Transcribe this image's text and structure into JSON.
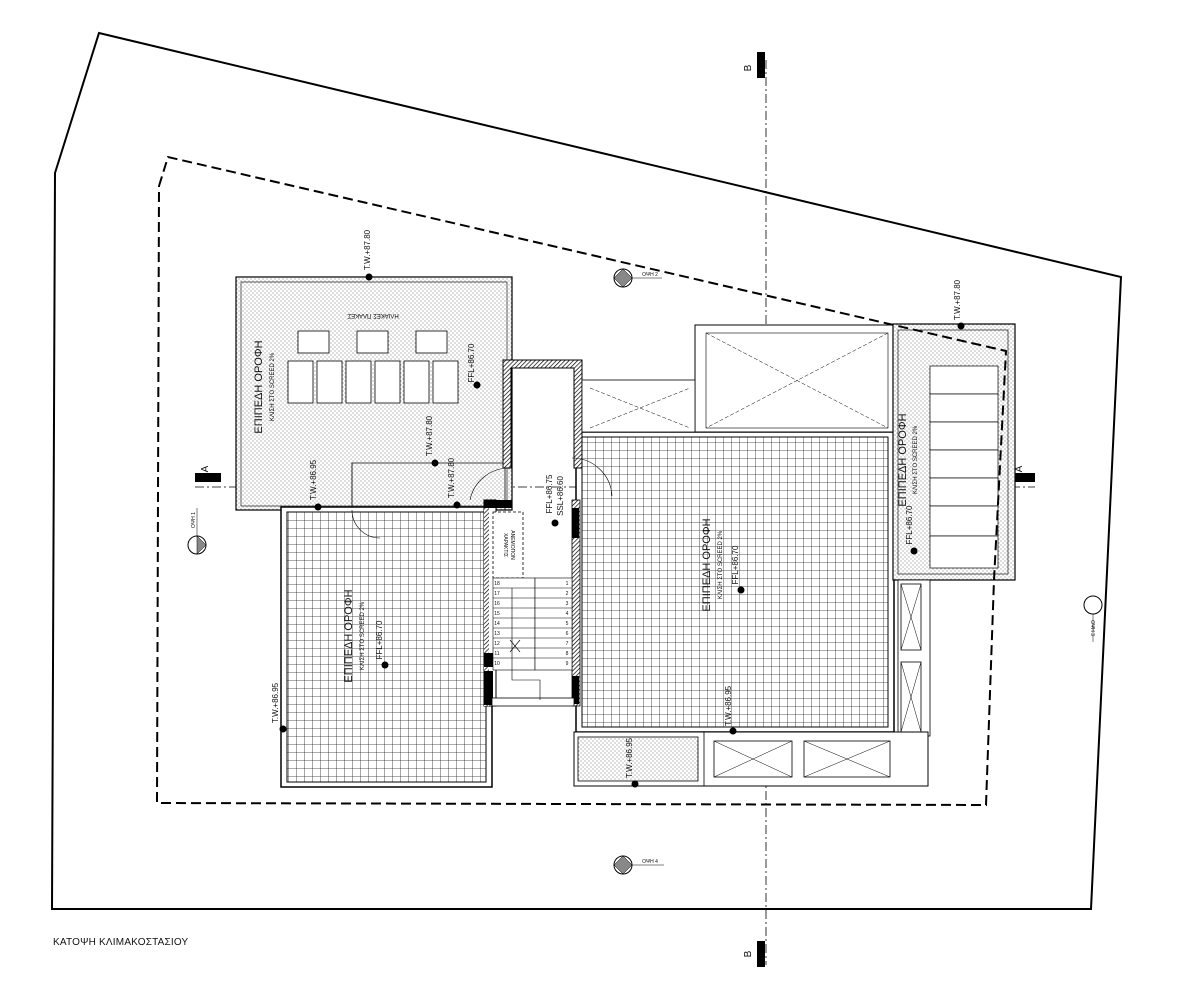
{
  "caption": "ΚΑΤΟΨΗ ΚΛΙΜΑΚΟΣΤΑΣΙΟΥ",
  "section_marks": {
    "a": "A",
    "b": "B"
  },
  "roofs": {
    "left_upper": {
      "title": "ΕΠΙΠΕΔΗ ΟΡΟΦΗ",
      "subtitle": "ΚΛΙΣΗ ΣΤΟ SCREED 2%",
      "level": "FFL+86.70",
      "panels_label": "ΗΛΙΑΚΕΣ ΠΛΑΚΕΣ"
    },
    "left_lower": {
      "title": "ΕΠΙΠΕΔΗ ΟΡΟΦΗ",
      "subtitle": "ΚΛΙΣΗ ΣΤΟ SCREED 2%",
      "level": "FFL+86.70"
    },
    "center": {
      "title": "ΕΠΙΠΕΔΗ ΟΡΟΦΗ",
      "subtitle": "ΚΛΙΣΗ ΣΤΟ SCREED 2%",
      "level": "FFL+86.70"
    },
    "right": {
      "title": "ΕΠΙΠΕΔΗ ΟΡΟΦΗ",
      "subtitle": "ΚΛΙΣΗ ΣΤΟ SCREED 2%",
      "level": "FFL+86.70"
    }
  },
  "stair": {
    "levels": [
      "FFL+86.75",
      "SSL+86.60"
    ],
    "store_label": [
      "ΧΑΡΑΚΤΙΣ",
      "ΑΝΕΜΟΠΟΝ"
    ],
    "steps_right": [
      "1",
      "2",
      "3",
      "4",
      "5",
      "6",
      "7",
      "8",
      "9"
    ],
    "steps_left": [
      "18",
      "17",
      "16",
      "15",
      "14",
      "13",
      "12",
      "11",
      "10"
    ]
  },
  "wall_levels": {
    "tw1": "T.W.+87.80",
    "tw2": "T.W.+87.80",
    "tw3": "T.W.+87.80",
    "tw4": "T.W.+86.95",
    "tw5": "T.W.+86.95",
    "tw6": "T.W.+87.80",
    "tw7": "T.W.+86.95",
    "tw8": "T.W.+86.95"
  },
  "views": {
    "v1": "ΟΨΗ 1",
    "v2": "ΟΨΗ 2",
    "v3": "ΟΨΗ 3",
    "v4": "ΟΨΗ 4"
  }
}
